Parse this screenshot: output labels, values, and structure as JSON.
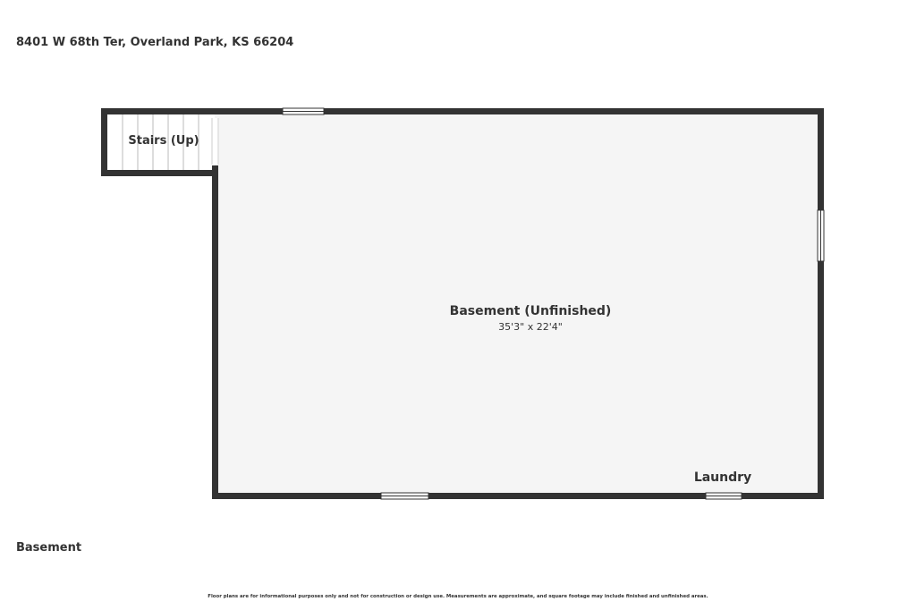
{
  "header": {
    "address": "8401 W 68th Ter, Overland Park, KS 66204"
  },
  "rooms": {
    "main": {
      "name": "Basement (Unfinished)",
      "dimensions": "35'3\" x 22'4\""
    },
    "stairs": {
      "name": "Stairs (Up)"
    },
    "laundry": {
      "name": "Laundry"
    }
  },
  "floor": {
    "name": "Basement"
  },
  "footer": {
    "disclaimer": "Floor plans are for informational purposes only and not for construction or design use. Measurements are approximate, and square footage may include finished and unfinished areas."
  },
  "colors": {
    "wall": "#333333",
    "floor_fill": "#f5f5f5",
    "window_fill": "#ffffff",
    "stair_line": "#bbbbbb"
  }
}
